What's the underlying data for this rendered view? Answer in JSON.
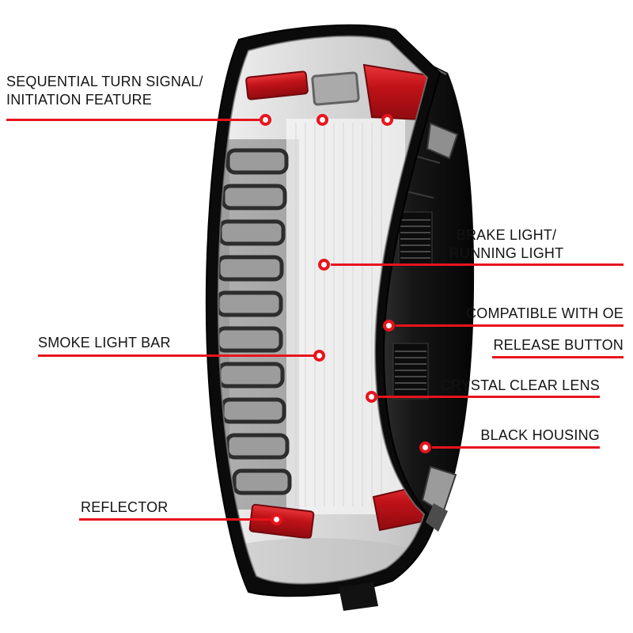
{
  "colors": {
    "accent_red": "#e8141c",
    "text": "#141414",
    "housing_black": "#0b0b0b",
    "lens_gray": "#d7d7d7",
    "reflector_red": "#c01218"
  },
  "callouts": {
    "sequential": {
      "line1": "SEQUENTIAL TURN SIGNAL/",
      "line2": "INITIATION FEATURE"
    },
    "brake": {
      "line1": "BRAKE LIGHT/",
      "line2": "RUNNING LIGHT"
    },
    "oe_release": {
      "line1": "COMPATIBLE WITH OE",
      "line2": "RELEASE BUTTON"
    },
    "smoke": {
      "label": "SMOKE LIGHT BAR"
    },
    "crystal": {
      "label": "CRYSTAL CLEAR LENS"
    },
    "housing": {
      "label": "BLACK HOUSING"
    },
    "reflector": {
      "label": "REFLECTOR"
    }
  }
}
